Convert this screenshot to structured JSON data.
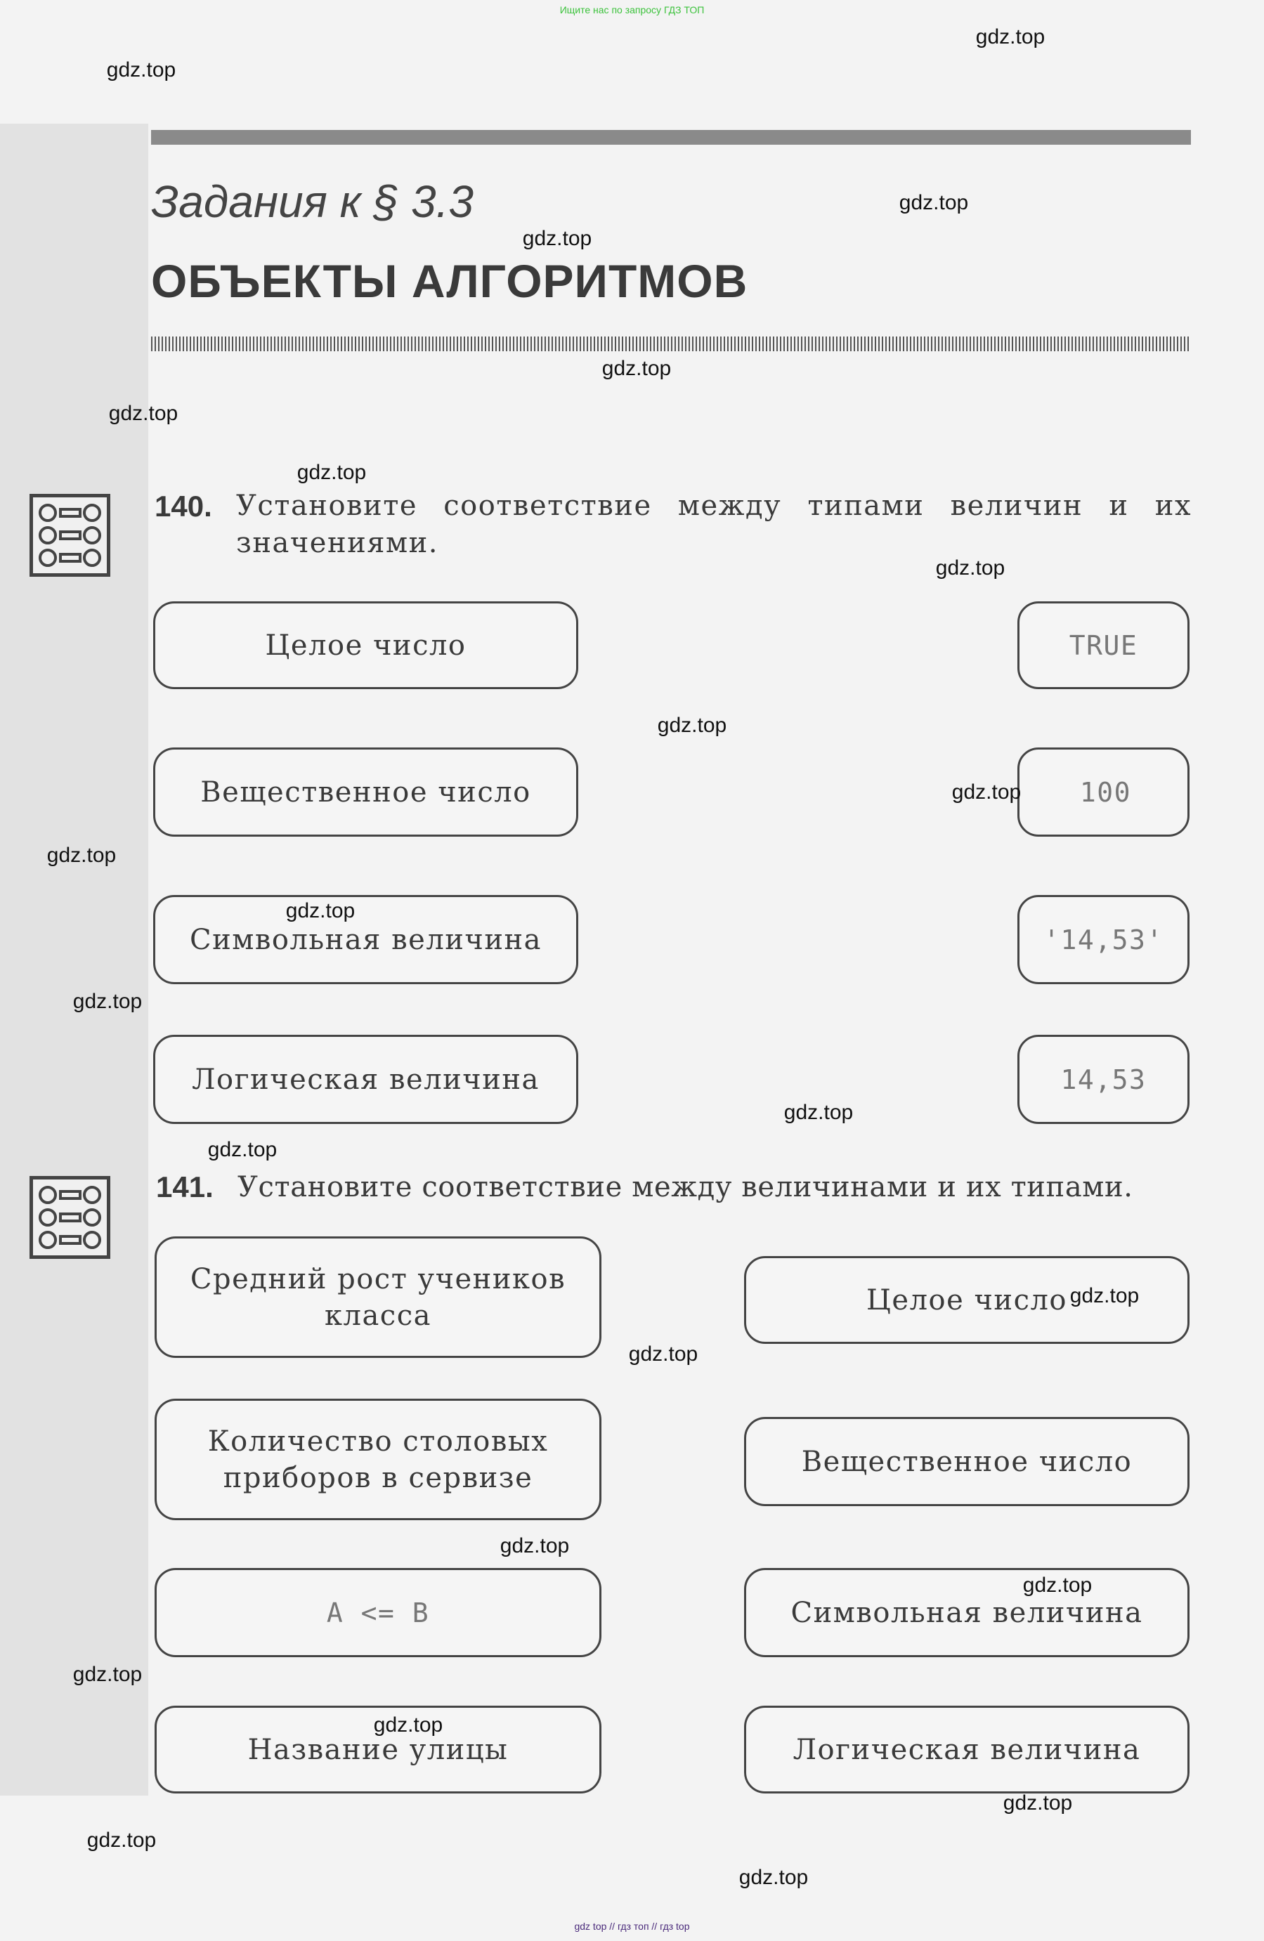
{
  "top_note": "Ищите нас по запросу ГДЗ ТОП",
  "bottom_note": "gdz top  //  гдз топ  //  гдз top",
  "watermark": "gdz.top",
  "header": {
    "title": "Задания к § 3.3",
    "subtitle": "ОБЪЕКТЫ АЛГОРИТМОВ"
  },
  "task140": {
    "number": "140.",
    "text": "Установите соответствие между типами величин и их значениями.",
    "left": [
      "Целое число",
      "Вещественное число",
      "Символьная величина",
      "Логическая величина"
    ],
    "right": [
      "TRUE",
      "100",
      "'14,53'",
      "14,53"
    ]
  },
  "task141": {
    "number": "141.",
    "text": "Установите соответствие между величинами и их типами.",
    "left": [
      "Средний рост учеников класса",
      "Количество столовых приборов в сервизе",
      "A <= B",
      "Название улицы"
    ],
    "right": [
      "Целое число",
      "Вещественное число",
      "Символьная величина",
      "Логическая величина"
    ]
  }
}
